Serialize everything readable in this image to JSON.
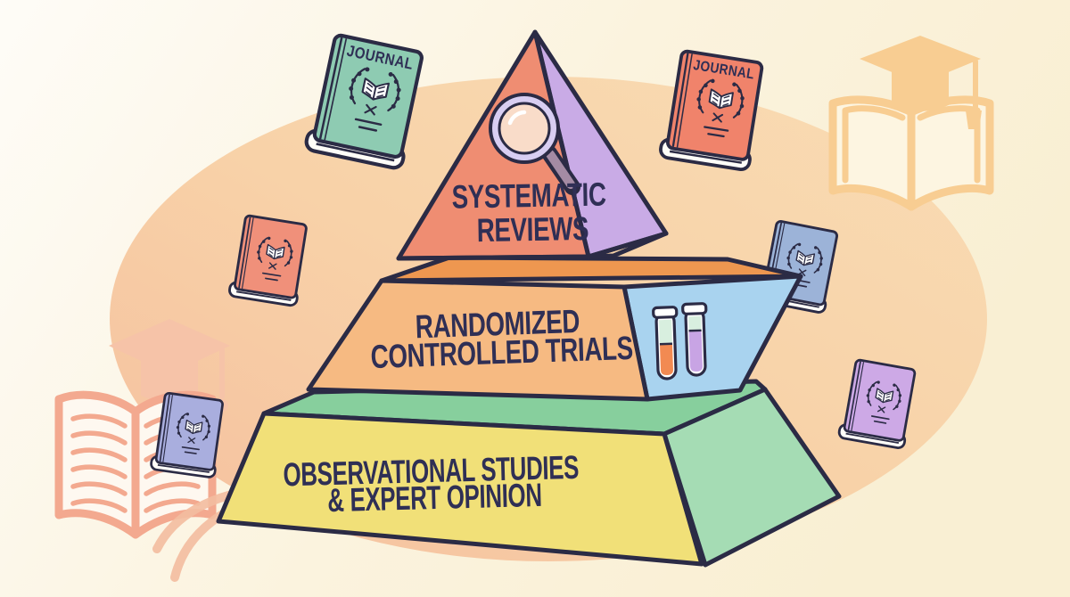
{
  "illustration": {
    "subject": "evidence-hierarchy-pyramid",
    "pyramid": {
      "outline_color": "#2b2b45",
      "text_color": "#2f2f55",
      "levels": [
        {
          "rank": 1,
          "label": "SYSTEMATIC REVIEWS",
          "line1": "SYSTEMATIC",
          "line2": "REVIEWS",
          "front_color": "#ef8d72",
          "side_color": "#c9abe6",
          "icon": "magnifying-glass-icon"
        },
        {
          "rank": 2,
          "label": "RANDOMIZED CONTROLLED TRIALS",
          "line1": "RANDOMIZED",
          "line2": "CONTROLLED TRIALS",
          "front_color": "#f6ba82",
          "top_color": "#ee9750",
          "side_color": "#a9d3ef",
          "icon": "test-tubes-icon"
        },
        {
          "rank": 3,
          "label": "OBSERVATIONAL STUDIES & EXPERT OPINION",
          "line1": "OBSERVATIONAL STUDIES",
          "line2": "& EXPERT OPINION",
          "front_color": "#f1e078",
          "top_color": "#87cf9d",
          "side_color": "#a5dcb4",
          "icon": null
        }
      ]
    },
    "icons": {
      "magnifier": {
        "rim_color": "#d8cef2",
        "lens_color": "#f9dcc9",
        "handle_color": "#a48ba4"
      },
      "test_tubes": [
        {
          "liquid_color": "#f28a52",
          "top_color": "#d8efdf"
        },
        {
          "liquid_color": "#c8a4e4",
          "top_color": "#d8efdf"
        }
      ]
    },
    "books": [
      {
        "id": "journal-green-top-left",
        "label": "JOURNAL",
        "cover_color": "#8ecbb2"
      },
      {
        "id": "journal-orange-top-right",
        "label": "JOURNAL",
        "cover_color": "#f0836b"
      },
      {
        "id": "book-salmon-mid-left",
        "label": "",
        "cover_color": "#f0907a"
      },
      {
        "id": "book-periwinkle-lower-left",
        "label": "",
        "cover_color": "#a9aede"
      },
      {
        "id": "book-bluegray-mid-right",
        "label": "",
        "cover_color": "#9cb3d8"
      },
      {
        "id": "book-purple-lower-right",
        "label": "",
        "cover_color": "#cda9e6"
      }
    ],
    "background": {
      "page_colors": [
        "#fefbf5",
        "#f9efd3"
      ],
      "ellipse_colors": [
        "#f9dab2",
        "#f5bf9e"
      ],
      "watermark_top_right": {
        "motif": "graduation-cap-over-open-book",
        "color": "#f8cd92"
      },
      "watermark_bottom_left": {
        "motif": "graduation-cap-over-open-book",
        "color": "#f3a98f"
      }
    }
  }
}
